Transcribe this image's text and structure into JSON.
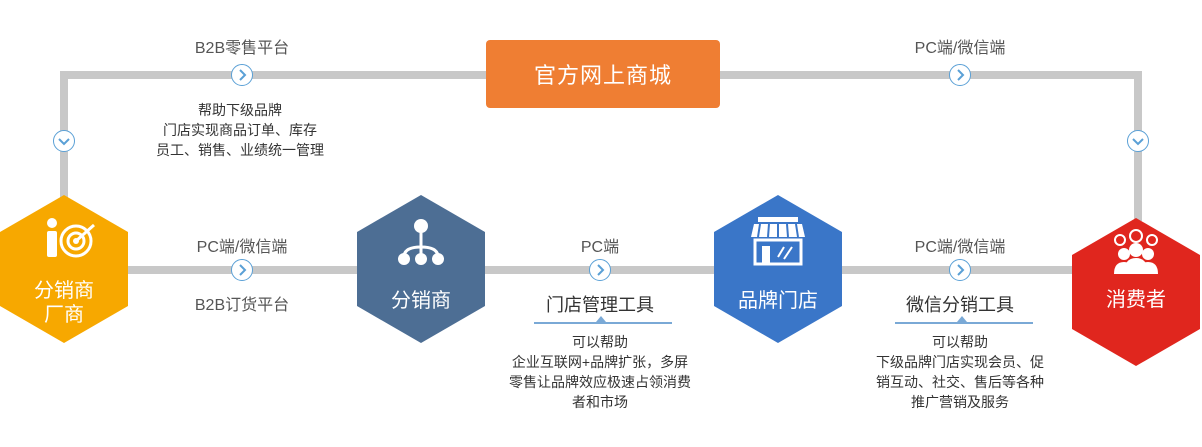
{
  "top": {
    "left_channel": "B2B零售平台",
    "right_channel": "PC端/微信端",
    "mall_label": "官方网上商城",
    "left_desc": [
      "帮助下级品牌",
      "门店实现商品订单、库存",
      "员工、销售、业绩统一管理"
    ]
  },
  "nodes": [
    {
      "label_lines": [
        "分销商",
        "厂商"
      ],
      "color": "#f7a800",
      "icon": "target-person-icon"
    },
    {
      "label_lines": [
        "分销商"
      ],
      "color": "#4d6e94",
      "icon": "network-tree-icon"
    },
    {
      "label_lines": [
        "品牌门店"
      ],
      "color": "#3a76c8",
      "icon": "storefront-icon"
    },
    {
      "label_lines": [
        "消费者"
      ],
      "color": "#e0261e",
      "icon": "people-group-icon"
    }
  ],
  "links": [
    {
      "above": "PC端/微信端",
      "below": "B2B订货平台"
    },
    {
      "above": "PC端",
      "below": "门店管理工具",
      "desc": [
        "可以帮助",
        "企业互联网+品牌扩张，多屏",
        "零售让品牌效应极速占领消费",
        "者和市场"
      ]
    },
    {
      "above": "PC端/微信端",
      "below": "微信分销工具",
      "desc": [
        "可以帮助",
        "下级品牌门店实现会员、促",
        "销互动、社交、售后等各种",
        "推广营销及服务"
      ]
    }
  ]
}
